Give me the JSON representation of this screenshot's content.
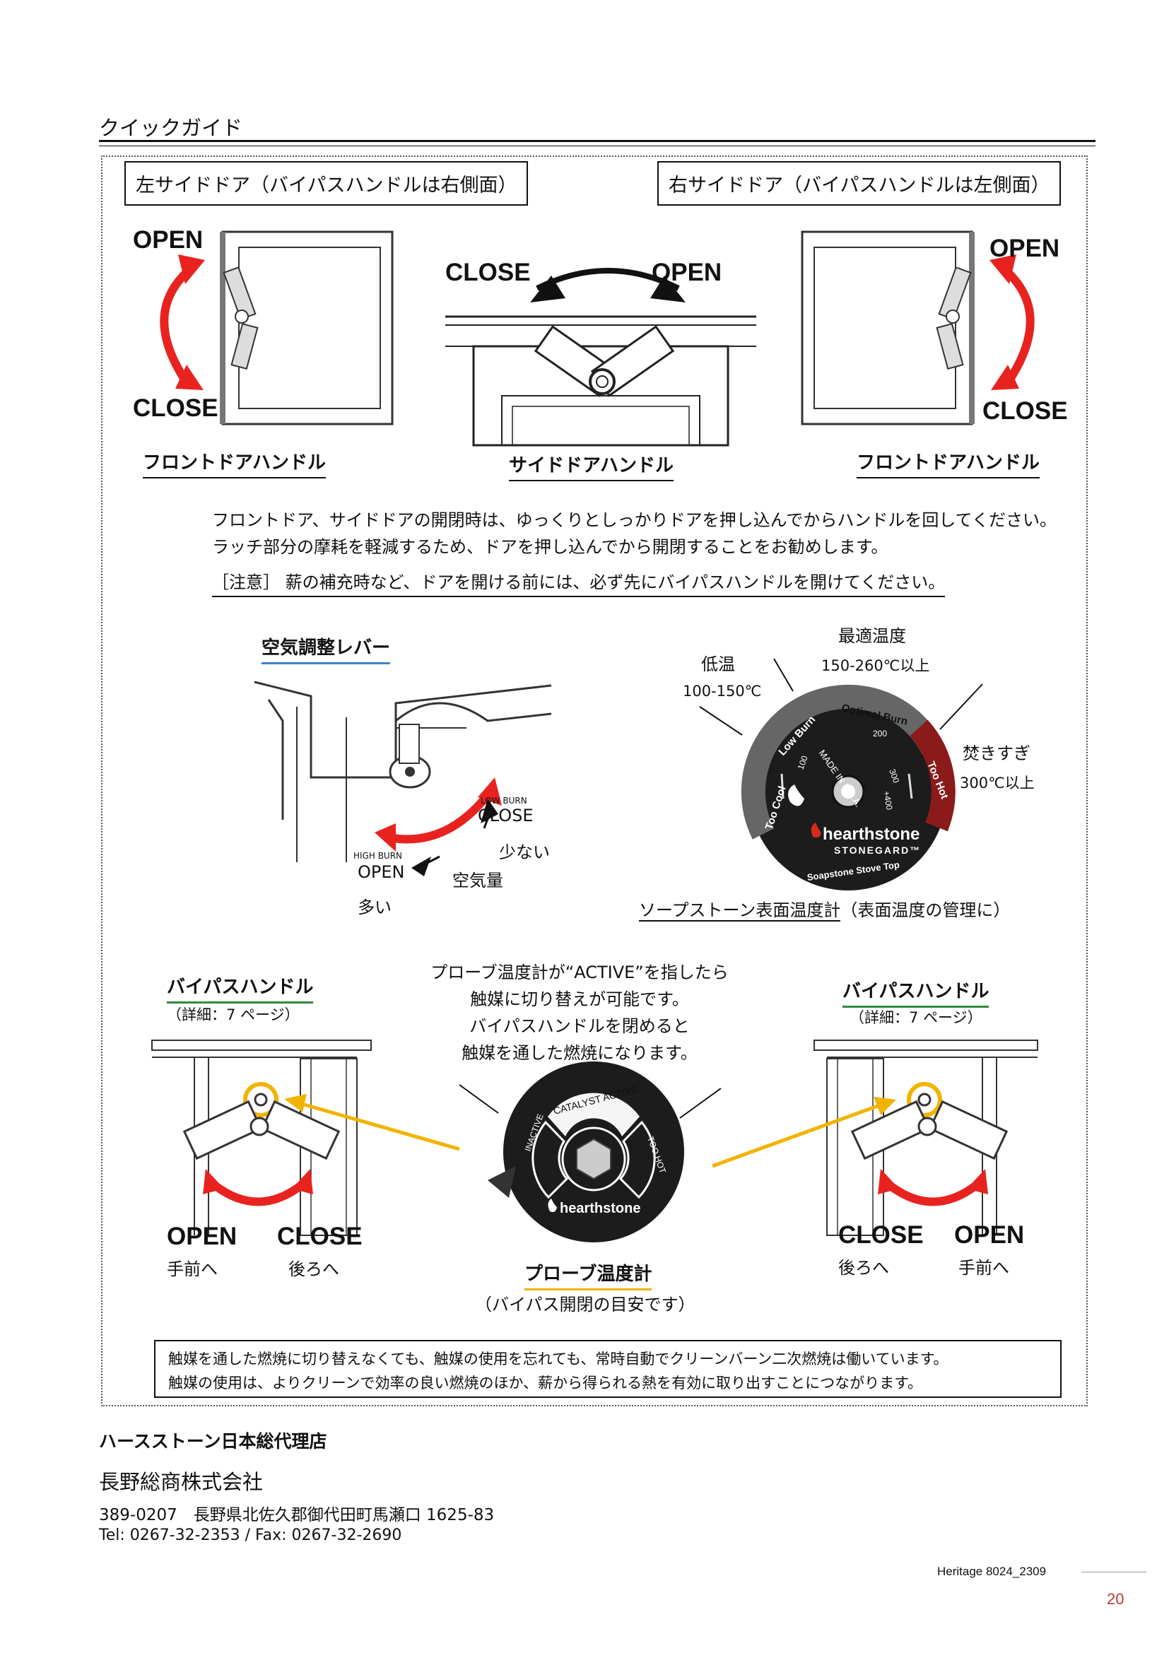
{
  "header": {
    "title": "クイックガイド"
  },
  "doors": {
    "left_caption": "左サイドドア（バイパスハンドルは右側面）",
    "right_caption": "右サイドドア（バイパスハンドルは左側面）",
    "open": "OPEN",
    "close": "CLOSE",
    "front_handle_label": "フロントドアハンドル",
    "side_handle_label": "サイドドアハンドル"
  },
  "instructions": {
    "line1": "フロントドア、サイドドアの開閉時は、ゆっくりとしっかりドアを押し込んでからハンドルを回してください。",
    "line2": "ラッチ部分の摩耗を軽減するため、ドアを押し込んでから開閉することをお勧めします。",
    "caution": "［注意］ 薪の補充時など、ドアを開ける前には、必ず先にバイパスハンドルを開けてください。"
  },
  "air_lever": {
    "title": "空気調整レバー",
    "low_burn": "LOW BURN",
    "high_burn": "HIGH BURN",
    "close": "CLOSE",
    "open": "OPEN",
    "less": "少ない",
    "air_amount": "空気量",
    "more": "多い"
  },
  "thermometer": {
    "optimal_label": "最適温度",
    "optimal_range": "150-260℃以上",
    "low_label": "低温",
    "low_range": "100-150℃",
    "hot_label": "焚きすぎ",
    "hot_range": "300℃以上",
    "dial_too_cool": "Too Cool",
    "dial_low_burn": "Low Burn",
    "dial_optimal": "Optimal Burn",
    "dial_too_hot": "Too Hot",
    "dial_made_in": "MADE IN U.S.A.",
    "dial_n100": "100",
    "dial_n200": "200",
    "dial_n300": "300",
    "dial_n400": "+400",
    "brand": "hearthstone",
    "stonegard": "STONEGARD™",
    "soapstone": "Soapstone Stove Top",
    "caption_ul": "ソープストーン表面温度計",
    "caption_rest": "（表面温度の管理に）"
  },
  "bypass": {
    "title": "バイパスハンドル",
    "detail": "（詳細：7 ページ）",
    "open": "OPEN",
    "close": "CLOSE",
    "forward": "手前へ",
    "backward": "後ろへ"
  },
  "probe": {
    "note_line1": "プローブ温度計が“ACTIVE”を指したら",
    "note_line2": "触媒に切り替えが可能です。",
    "note_line3": "バイパスハンドルを閉めると",
    "note_line4": "触媒を通した燃焼になります。",
    "dial_active": "CATALYST ACTIVE",
    "dial_inactive": "INACTIVE",
    "dial_too_hot": "TOO HOT",
    "brand": "hearthstone",
    "title": "プローブ温度計",
    "subtitle": "（バイパス開閉の目安です）"
  },
  "bottom_note": {
    "line1": "触媒を通した燃焼に切り替えなくても、触媒の使用を忘れても、常時自動でクリーンバーン二次燃焼は働いています。",
    "line2": "触媒の使用は、よりクリーンで効率の良い燃焼のほか、薪から得られる熱を有効に取り出すことにつながります。"
  },
  "footer": {
    "agency": "ハースストーン日本総代理店",
    "company": "長野総商株式会社",
    "address": "389-0207　長野県北佐久郡御代田町馬瀬口 1625-83",
    "tel": "Tel: 0267-32-2353 / Fax: 0267-32-2690",
    "doc_id": "Heritage  8024_2309",
    "page": "20"
  },
  "colors": {
    "red_arrow": "#e8231f",
    "callout_yellow": "#f2b300",
    "dial_dark": "#1c1c1c",
    "dial_red": "#8b1a1a"
  }
}
